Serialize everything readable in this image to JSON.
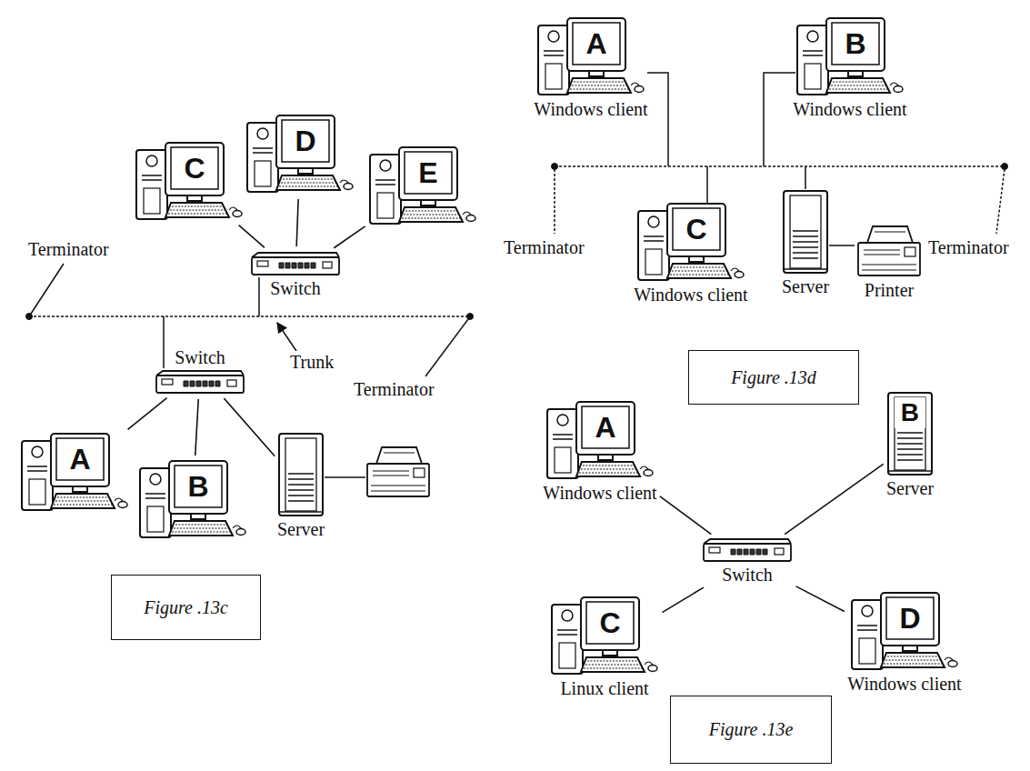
{
  "diagram": {
    "nodes": [
      {
        "text": [
          "C"
        ]
      },
      {
        "text": [
          "D"
        ]
      },
      {
        "text": [
          "E"
        ]
      },
      {
        "text": [
          "Switch"
        ]
      },
      {
        "text": [
          "Switch"
        ]
      },
      {
        "text": [
          "A"
        ]
      },
      {
        "text": [
          "B"
        ]
      },
      {
        "text": [
          "Server"
        ]
      },
      {
        "text": [
          "Figure .13c"
        ]
      },
      {
        "text": [
          "A",
          "Windows client"
        ]
      },
      {
        "text": [
          "B",
          "Windows client"
        ]
      },
      {
        "text": [
          "C",
          "Windows client"
        ]
      },
      {
        "text": [
          "Server"
        ]
      },
      {
        "text": [
          "Printer"
        ]
      },
      {
        "text": [
          "Figure .13d"
        ]
      },
      {
        "text": [
          "A",
          "Windows client"
        ]
      },
      {
        "text": [
          "B",
          "Server"
        ]
      },
      {
        "text": [
          "Switch"
        ]
      },
      {
        "text": [
          "C",
          "Linux client"
        ]
      },
      {
        "text": [
          "D",
          "Windows client"
        ]
      },
      {
        "text": [
          "Figure .13e"
        ]
      }
    ],
    "edges": [
      {
        "from": 0,
        "to": 3,
        "arrow": "none"
      },
      {
        "from": 1,
        "to": 3,
        "arrow": "none"
      },
      {
        "from": 2,
        "to": 3,
        "arrow": "none"
      },
      {
        "from": 4,
        "to": 5,
        "arrow": "none"
      },
      {
        "from": 4,
        "to": 6,
        "arrow": "none"
      },
      {
        "from": 4,
        "to": 7,
        "arrow": "none"
      },
      {
        "from": 15,
        "to": 17,
        "arrow": "none"
      },
      {
        "from": 16,
        "to": 17,
        "arrow": "none"
      },
      {
        "from": 18,
        "to": 17,
        "arrow": "none"
      },
      {
        "from": 19,
        "to": 17,
        "arrow": "none"
      }
    ],
    "labels": [
      "Terminator",
      "Trunk",
      "Terminator",
      "Terminator",
      "Terminator"
    ]
  }
}
